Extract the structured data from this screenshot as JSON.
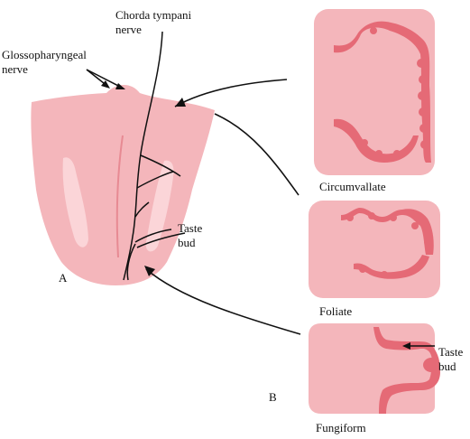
{
  "labels": {
    "chorda_line1": "Chorda tympani",
    "chorda_line2": "nerve",
    "glosso_line1": "Glossopharyngeal",
    "glosso_line2": "nerve",
    "taste_bud_a_line1": "Taste",
    "taste_bud_a_line2": "bud",
    "panel_a": "A",
    "panel_b": "B",
    "circumvallate": "Circumvallate",
    "foliate": "Foliate",
    "taste_bud_b_line1": "Taste",
    "taste_bud_b_line2": "bud",
    "fungiform": "Fungiform"
  },
  "colors": {
    "tissue": "#f4b6bb",
    "tissue_dark": "#e56a76",
    "highlight": "#fbd5d8",
    "line": "#111111"
  }
}
